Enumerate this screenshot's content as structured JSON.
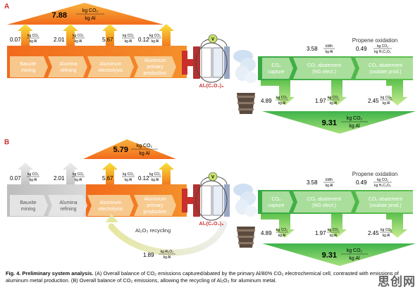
{
  "panels": [
    {
      "letter": "A",
      "total": {
        "value": "7.88",
        "num": "kg CO₂",
        "den": "kg Al"
      },
      "inputs": [
        {
          "value": "0.07",
          "num": "kg CO₂",
          "den": "kg Al"
        },
        {
          "value": "2.01",
          "num": "kg CO₂",
          "den": "kg Al"
        },
        {
          "value": "5.67",
          "num": "kg CO₂",
          "den": "kg Al"
        },
        {
          "value": "0.12",
          "num": "kg CO₂",
          "den": "kg Al"
        }
      ],
      "stages": [
        {
          "l1": "Bauxite",
          "l2": "mining"
        },
        {
          "l1": "Alumina",
          "l2": "refining"
        },
        {
          "l1": "Aluminum",
          "l2": "electrolysis"
        },
        {
          "l1": "Aluminum",
          "l2": "primary",
          "l3": "production"
        }
      ],
      "cell_label": "Al₂(C₂O₄)₃",
      "oxidation_title": "Propene oxidation",
      "elec": {
        "value": "3.58",
        "num": "kWh",
        "den": "kg Al"
      },
      "oxalate": {
        "value": "0.49",
        "num": "kg CO₂",
        "den": "kg H₂C₂O₄"
      },
      "green_stages": [
        {
          "l1": "CO₂",
          "l2": "capture"
        },
        {
          "l1": "CO₂ abatement",
          "l2": "(NG elect.)"
        },
        {
          "l1": "CO₂ abatement",
          "l2": "(oxalate prod.)"
        }
      ],
      "outputs": [
        {
          "value": "4.89",
          "num": "kg CO₂",
          "den": "kg Al"
        },
        {
          "value": "1.97",
          "num": "kg CO₂",
          "den": "kg Al"
        },
        {
          "value": "2.45",
          "num": "kg CO₂",
          "den": "kg Al"
        }
      ],
      "green_total": {
        "value": "9.31",
        "num": "kg CO₂",
        "den": "kg Al"
      }
    },
    {
      "letter": "B",
      "total": {
        "value": "5.79",
        "num": "kg CO₂",
        "den": "kg Al"
      },
      "inputs": [
        {
          "value": "0.07",
          "num": "kg CO₂",
          "den": "kg Al"
        },
        {
          "value": "2.01",
          "num": "kg CO₂",
          "den": "kg Al"
        },
        {
          "value": "5.67",
          "num": "kg CO₂",
          "den": "kg Al"
        },
        {
          "value": "0.12",
          "num": "kg CO₂",
          "den": "kg Al"
        }
      ],
      "stages": [
        {
          "l1": "Bauxite",
          "l2": "mining"
        },
        {
          "l1": "Alumina",
          "l2": "refining"
        },
        {
          "l1": "Aluminum",
          "l2": "electrolysis"
        },
        {
          "l1": "Aluminum",
          "l2": "primary",
          "l3": "production"
        }
      ],
      "cell_label": "Al₂(C₂O₄)₃",
      "oxidation_title": "Propene oxidation",
      "elec": {
        "value": "3.58",
        "num": "kWh",
        "den": "kg Al"
      },
      "oxalate": {
        "value": "0.49",
        "num": "kg CO₂",
        "den": "kg H₂C₂O₄"
      },
      "green_stages": [
        {
          "l1": "CO₂",
          "l2": "capture"
        },
        {
          "l1": "CO₂ abatement",
          "l2": "(NG elect.)"
        },
        {
          "l1": "CO₂ abatement",
          "l2": "(oxalate prod.)"
        }
      ],
      "outputs": [
        {
          "value": "4.89",
          "num": "kg CO₂",
          "den": "kg Al"
        },
        {
          "value": "1.97",
          "num": "kg CO₂",
          "den": "kg Al"
        },
        {
          "value": "2.45",
          "num": "kg CO₂",
          "den": "kg Al"
        }
      ],
      "green_total": {
        "value": "9.31",
        "num": "kg CO₂",
        "den": "kg Al"
      },
      "recycling": {
        "label": "Al₂O₃ recycling",
        "value": "1.89",
        "num": "kg Al₂O₃",
        "den": "kg Al"
      }
    }
  ],
  "caption": {
    "lead": "Fig. 4. Preliminary system analysis.",
    "part_a": "(A) Overall balance of CO₂ emissions captured/abated by the primary Al/80% CO₂ electrochemical cell, contrasted with emissions of aluminum metal production.",
    "part_b": "(B) Overall balance of CO₂ emissions, allowing the recycling of Al₂O₃ for aluminum metal."
  },
  "watermark": "思创网",
  "colors": {
    "orange": "#f2741a",
    "orange_light": "#f7a23a",
    "yellow": "#f6e23a",
    "green": "#3fb34a",
    "green_light": "#8ed36b",
    "gray": "#c8c8c8",
    "red": "#c9302c"
  }
}
